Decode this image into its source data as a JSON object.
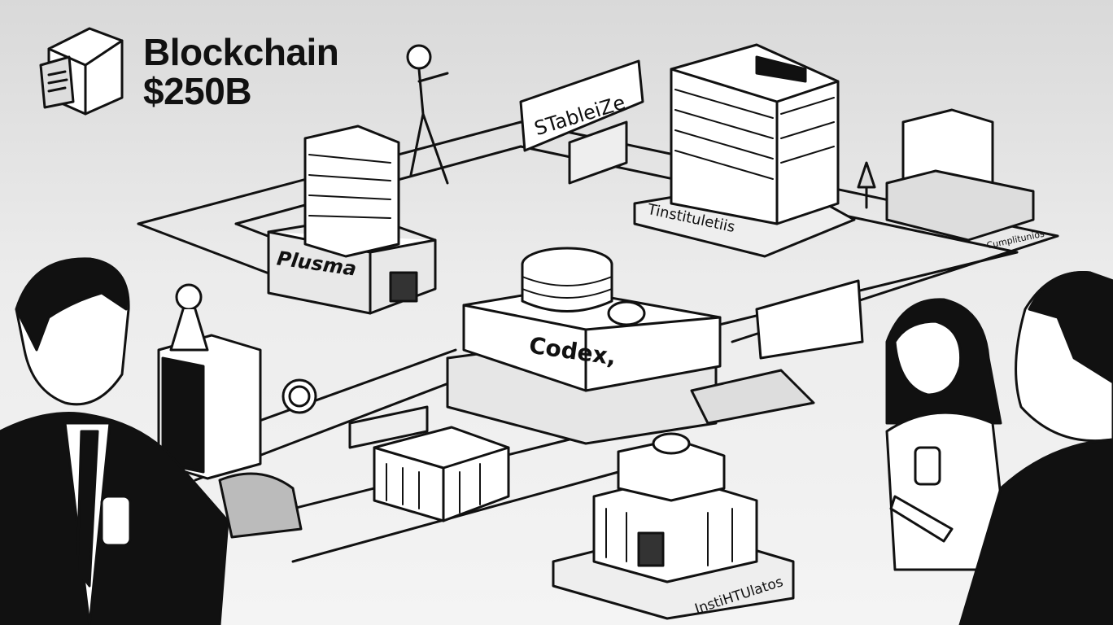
{
  "title": {
    "line1": "Blockchain",
    "line2": "$250B"
  },
  "labels": {
    "stableize": "STableiZe",
    "plusma": "Plusma",
    "codex": "Codex,",
    "institutions_top": "Tinstituletiis",
    "compliance": "Cumplitunios",
    "institutions_bottom": "InstiHTUlatos"
  },
  "colors": {
    "ink": "#111111",
    "paper": "#f4f4f4",
    "shade": "#bdbdbd"
  }
}
